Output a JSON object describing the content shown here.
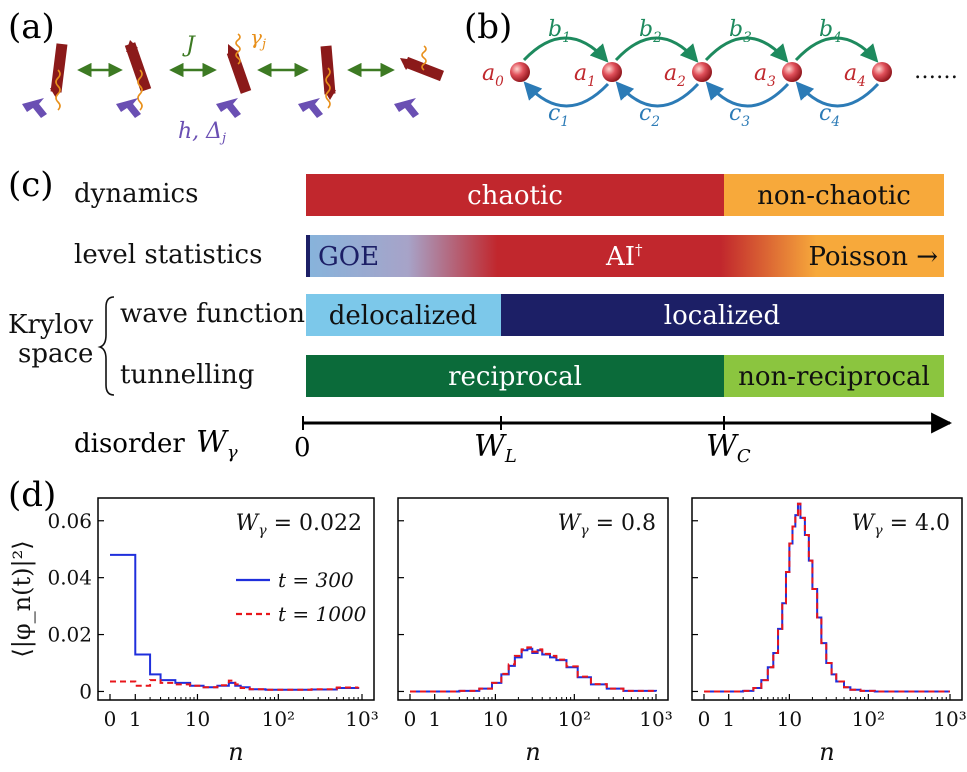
{
  "panels": {
    "a": "(a)",
    "b": "(b)",
    "c": "(c)",
    "d": "(d)"
  },
  "panel_a": {
    "coupling_label": "J",
    "gamma_label": "γ",
    "gamma_sub": "j",
    "field_label": "h,  Δ",
    "field_sub": "j",
    "colors": {
      "spin": "#8b1a1a",
      "coupling": "#3d7a23",
      "gamma": "#e8901b",
      "field": "#6a4fb3"
    }
  },
  "panel_b": {
    "sites": [
      {
        "sym": "a",
        "sub": "0"
      },
      {
        "sym": "a",
        "sub": "1"
      },
      {
        "sym": "a",
        "sub": "2"
      },
      {
        "sym": "a",
        "sub": "3"
      },
      {
        "sym": "a",
        "sub": "4"
      }
    ],
    "upper": [
      {
        "sym": "b",
        "sub": "1"
      },
      {
        "sym": "b",
        "sub": "2"
      },
      {
        "sym": "b",
        "sub": "3"
      },
      {
        "sym": "b",
        "sub": "4"
      }
    ],
    "lower": [
      {
        "sym": "c",
        "sub": "1"
      },
      {
        "sym": "c",
        "sub": "2"
      },
      {
        "sym": "c",
        "sub": "3"
      },
      {
        "sym": "c",
        "sub": "4"
      }
    ],
    "ellipsis": "……",
    "colors": {
      "upper": "#1e8a5e",
      "lower": "#2c7bb6",
      "site": "#c0282d"
    }
  },
  "panel_c": {
    "rows": {
      "dynamics": "dynamics",
      "level_statistics": "level statistics",
      "krylov_line1": "Krylov",
      "krylov_line2": "space",
      "wave_function": "wave function",
      "tunnelling": "tunnelling"
    },
    "bars": {
      "chaotic": "chaotic",
      "non_chaotic": "non-chaotic",
      "goe": "GOE",
      "ai_dagger": "AI",
      "ai_sup": "†",
      "poisson": "Poisson →",
      "delocalized": "delocalized",
      "localized": "localized",
      "reciprocal": "reciprocal",
      "non_reciprocal": "non-reciprocal"
    },
    "axis": {
      "label": "disorder",
      "symbol": "W",
      "symbol_sub": "γ",
      "tick0": "0",
      "tick_wl": "W",
      "tick_wl_sub": "L",
      "tick_wc": "W",
      "tick_wc_sub": "C"
    },
    "colors": {
      "chaotic": "#c1272d",
      "non_chaotic": "#f7a93b",
      "goe": "#86b4dc",
      "delocalized": "#7cc8ea",
      "localized": "#1c1f66",
      "reciprocal": "#0b6b3a",
      "non_reciprocal": "#8bc53f"
    }
  },
  "chart_data": {
    "type": "line",
    "ylabel": "⟨|φ_n(t)|²⟩",
    "xlabel": "n",
    "x_ticks": [
      "0",
      "1",
      "10",
      "10²",
      "10³"
    ],
    "y_ticks": [
      "0",
      "0.02",
      "0.04",
      "0.06"
    ],
    "ylim": [
      -0.003,
      0.068
    ],
    "x_scale": "log(1+n)",
    "legend": {
      "placement": "center-right of first subplot",
      "entries": [
        {
          "label": "t = 300",
          "color": "#1f2fdc",
          "style": "solid"
        },
        {
          "label": "t = 1000",
          "color": "#e8161b",
          "style": "dashed"
        }
      ]
    },
    "subplots": [
      {
        "annotation": "W",
        "annotation_sub": "γ",
        "annotation_value": " = 0.022",
        "series": [
          {
            "name": "t = 300",
            "x": [
              0,
              1,
              2,
              3,
              5,
              8,
              12,
              18,
              25,
              30,
              35,
              45,
              70,
              120,
              250,
              500,
              900
            ],
            "y": [
              0.048,
              0.013,
              0.006,
              0.004,
              0.003,
              0.002,
              0.0015,
              0.002,
              0.003,
              0.002,
              0.0015,
              0.0008,
              0.0006,
              0.0006,
              0.0007,
              0.0012,
              0.0015
            ]
          },
          {
            "name": "t = 1000",
            "x": [
              0,
              1,
              2,
              3,
              5,
              8,
              12,
              18,
              25,
              30,
              35,
              45,
              70,
              120,
              250,
              500,
              900
            ],
            "y": [
              0.0035,
              0.002,
              0.004,
              0.003,
              0.0025,
              0.002,
              0.0015,
              0.0022,
              0.0038,
              0.0025,
              0.0012,
              0.0008,
              0.0006,
              0.0006,
              0.0008,
              0.0014,
              0.0016
            ]
          }
        ]
      },
      {
        "annotation": "W",
        "annotation_sub": "γ",
        "annotation_value": " = 0.8",
        "series": [
          {
            "name": "t = 300",
            "x": [
              0,
              1,
              3,
              6,
              9,
              12,
              15,
              18,
              22,
              26,
              30,
              35,
              40,
              50,
              60,
              80,
              110,
              160,
              250,
              400,
              1000
            ],
            "y": [
              0,
              0,
              0.0002,
              0.001,
              0.003,
              0.006,
              0.009,
              0.012,
              0.0145,
              0.015,
              0.0135,
              0.0145,
              0.013,
              0.012,
              0.011,
              0.0085,
              0.005,
              0.0025,
              0.001,
              0.0002,
              0
            ]
          },
          {
            "name": "t = 1000",
            "x": [
              0,
              1,
              3,
              6,
              9,
              12,
              15,
              18,
              22,
              26,
              30,
              35,
              40,
              50,
              60,
              80,
              110,
              160,
              250,
              400,
              1000
            ],
            "y": [
              0,
              0,
              0.0002,
              0.001,
              0.003,
              0.0062,
              0.0095,
              0.0125,
              0.0148,
              0.0155,
              0.014,
              0.0148,
              0.0132,
              0.0125,
              0.0112,
              0.0088,
              0.0052,
              0.0026,
              0.001,
              0.0002,
              0
            ]
          }
        ]
      },
      {
        "annotation": "W",
        "annotation_sub": "γ",
        "annotation_value": " = 4.0",
        "series": [
          {
            "name": "t = 300",
            "x": [
              0,
              1,
              2,
              3,
              4,
              5,
              6,
              7,
              8,
              9,
              10,
              11,
              12,
              13,
              14,
              16,
              18,
              20,
              23,
              26,
              30,
              35,
              40,
              50,
              60,
              80,
              120,
              1000
            ],
            "y": [
              0,
              0,
              0.0002,
              0.0012,
              0.004,
              0.0085,
              0.0135,
              0.022,
              0.031,
              0.042,
              0.052,
              0.058,
              0.062,
              0.066,
              0.061,
              0.055,
              0.046,
              0.036,
              0.026,
              0.017,
              0.01,
              0.006,
              0.0035,
              0.0015,
              0.0006,
              0.0002,
              0,
              0
            ]
          },
          {
            "name": "t = 1000",
            "x": [
              0,
              1,
              2,
              3,
              4,
              5,
              6,
              7,
              8,
              9,
              10,
              11,
              12,
              13,
              14,
              16,
              18,
              20,
              23,
              26,
              30,
              35,
              40,
              50,
              60,
              80,
              120,
              1000
            ],
            "y": [
              0,
              0,
              0.0002,
              0.0012,
              0.004,
              0.0085,
              0.0135,
              0.022,
              0.031,
              0.042,
              0.052,
              0.058,
              0.062,
              0.066,
              0.061,
              0.055,
              0.046,
              0.036,
              0.026,
              0.017,
              0.01,
              0.006,
              0.0035,
              0.0015,
              0.0006,
              0.0002,
              0,
              0
            ]
          }
        ]
      }
    ]
  }
}
